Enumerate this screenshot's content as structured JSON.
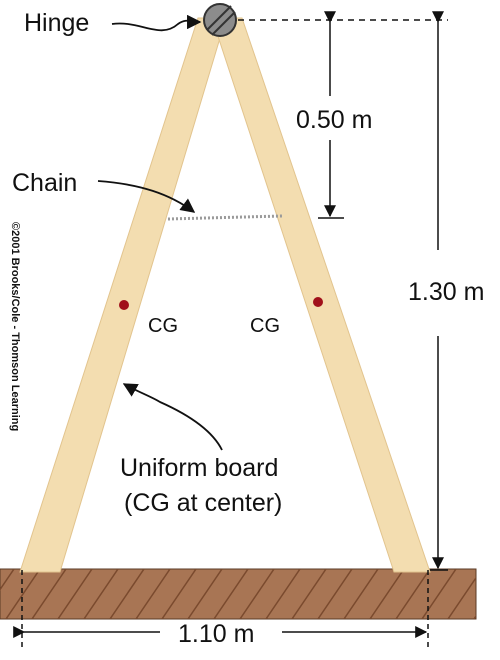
{
  "labels": {
    "hinge": "Hinge",
    "chain": "Chain",
    "cg_left": "CG",
    "cg_right": "CG",
    "board_line1": "Uniform board",
    "board_line2": "(CG at center)",
    "dim_chain": "0.50 m",
    "dim_height": "1.30 m",
    "dim_base": "1.10 m",
    "copyright": "©2001 Brooks/Cole - Thomson Learning"
  },
  "colors": {
    "board": "#F3DDB0",
    "board_edge": "#E2C48E",
    "ground": "#A87554",
    "ground_hatch": "#7A4A2E",
    "cg_dot": "#A0101A",
    "chain": "#9A9A9A",
    "hinge": "#8C8C8C"
  }
}
